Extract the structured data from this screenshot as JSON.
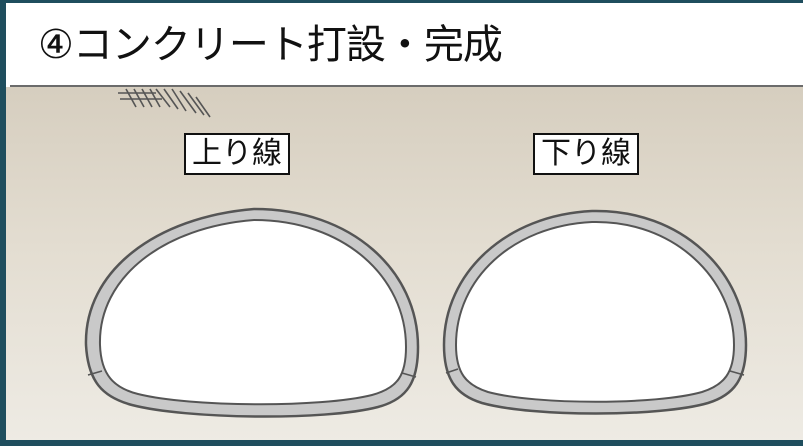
{
  "title": "④コンクリート打設・完成",
  "labels": {
    "up_line": "上り線",
    "down_line": "下り線"
  },
  "colors": {
    "frame": "#1f4e5e",
    "ground_top": "#d6cebf",
    "ground_bottom": "#eeebe4",
    "lining_fill": "#c8c8c8",
    "lining_stroke": "#555555"
  }
}
